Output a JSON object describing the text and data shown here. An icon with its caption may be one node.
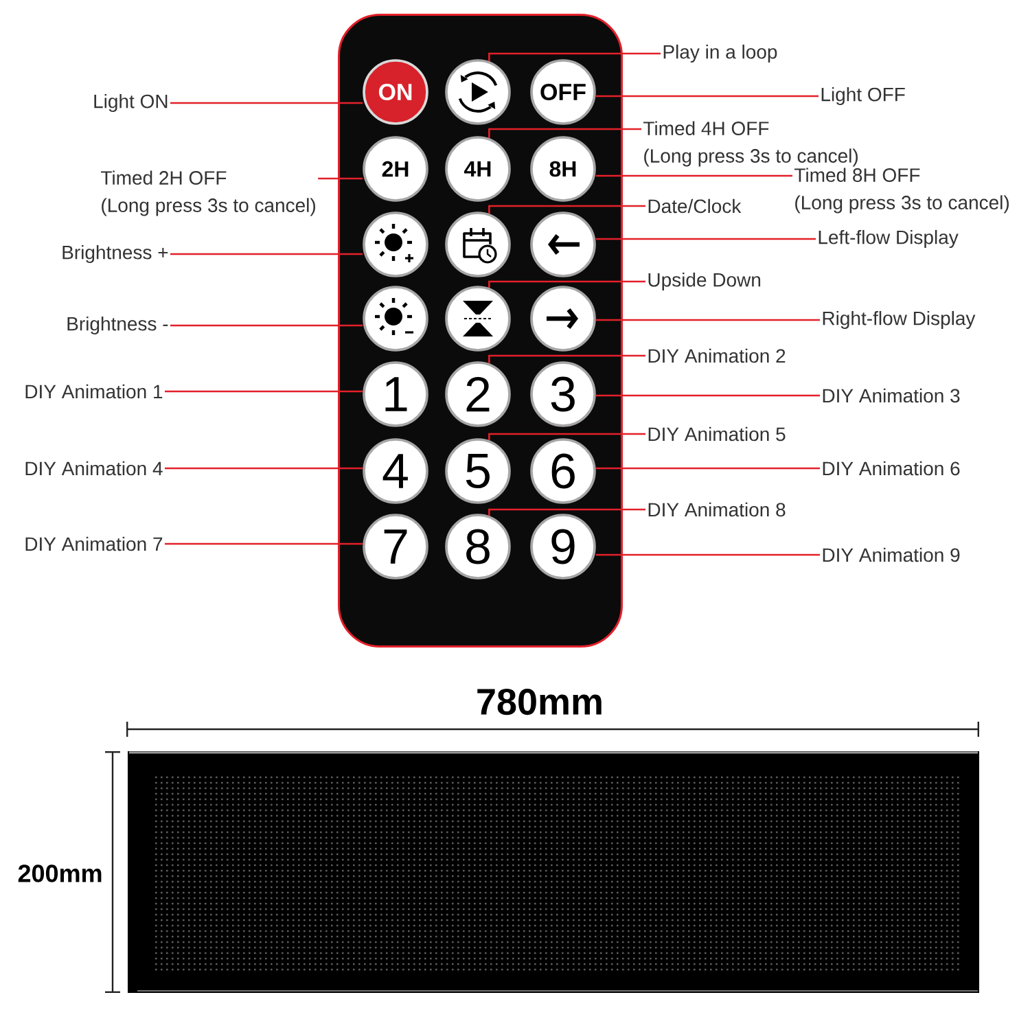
{
  "diagram": {
    "nodes": [
      {
        "text": [],
        "shape": "box"
      },
      {
        "text": [
          "ON"
        ],
        "in": 0
      },
      {
        "text": [],
        "shape": "circle",
        "in": 0
      },
      {
        "text": [
          "OFF"
        ],
        "in": 0
      },
      {
        "text": [
          "2H"
        ],
        "in": 0
      },
      {
        "text": [
          "4H"
        ],
        "in": 0
      },
      {
        "text": [
          "8H"
        ],
        "in": 0
      },
      {
        "text": [],
        "shape": "circle",
        "in": 0
      },
      {
        "text": [],
        "shape": "circle",
        "in": 0
      },
      {
        "text": [],
        "shape": "circle",
        "in": 0
      },
      {
        "text": [],
        "shape": "circle",
        "in": 0
      },
      {
        "text": [],
        "shape": "circle",
        "in": 0
      },
      {
        "text": [],
        "shape": "circle",
        "in": 0
      },
      {
        "text": [
          "1"
        ],
        "in": 0
      },
      {
        "text": [
          "2"
        ],
        "in": 0
      },
      {
        "text": [
          "3"
        ],
        "in": 0
      },
      {
        "text": [
          "4"
        ],
        "in": 0
      },
      {
        "text": [
          "5"
        ],
        "in": 0
      },
      {
        "text": [
          "6"
        ],
        "in": 0
      },
      {
        "text": [
          "7"
        ],
        "in": 0
      },
      {
        "text": [
          "8"
        ],
        "in": 0
      },
      {
        "text": [
          "9"
        ],
        "in": 0
      },
      {
        "text": [
          "Play in a loop"
        ]
      },
      {
        "text": [
          "Light OFF"
        ]
      },
      {
        "text": [
          "Light ON"
        ]
      },
      {
        "text": [
          "Timed 4H OFF",
          "(Long press 3s to cancel)"
        ]
      },
      {
        "text": [
          "Timed 8H OFF",
          "(Long press 3s to cancel)"
        ]
      },
      {
        "text": [
          "Timed 2H OFF",
          "(Long press 3s to cancel)"
        ]
      },
      {
        "text": [
          "Date/Clock"
        ]
      },
      {
        "text": [
          "Left-flow Display"
        ]
      },
      {
        "text": [
          "Brightness +"
        ]
      },
      {
        "text": [
          "Upside Down"
        ]
      },
      {
        "text": [
          "Right-flow Display"
        ]
      },
      {
        "text": [
          "Brightness -"
        ]
      },
      {
        "text": [
          "DIY Animation 2"
        ]
      },
      {
        "text": [
          "DIY Animation 1"
        ]
      },
      {
        "text": [
          "DIY Animation 3"
        ]
      },
      {
        "text": [
          "DIY Animation 5"
        ]
      },
      {
        "text": [
          "DIY Animation 4"
        ]
      },
      {
        "text": [
          "DIY Animation 6"
        ]
      },
      {
        "text": [
          "DIY Animation 8"
        ]
      },
      {
        "text": [
          "DIY Animation 7"
        ]
      },
      {
        "text": [
          "DIY Animation 9"
        ]
      }
    ],
    "edges": [
      {
        "from": 22,
        "to": 2,
        "arrow": "none"
      },
      {
        "from": 23,
        "to": 3,
        "arrow": "none"
      },
      {
        "from": 24,
        "to": 1,
        "arrow": "none"
      },
      {
        "from": 25,
        "to": 5,
        "arrow": "none"
      },
      {
        "from": 26,
        "to": 6,
        "arrow": "none"
      },
      {
        "from": 27,
        "to": 4,
        "arrow": "none"
      },
      {
        "from": 28,
        "to": 8,
        "arrow": "none"
      },
      {
        "from": 29,
        "to": 9,
        "arrow": "none"
      },
      {
        "from": 30,
        "to": 7,
        "arrow": "none"
      },
      {
        "from": 31,
        "to": 11,
        "arrow": "none"
      },
      {
        "from": 32,
        "to": 12,
        "arrow": "none"
      },
      {
        "from": 33,
        "to": 10,
        "arrow": "none"
      },
      {
        "from": 34,
        "to": 14,
        "arrow": "none"
      },
      {
        "from": 35,
        "to": 13,
        "arrow": "none"
      },
      {
        "from": 36,
        "to": 15,
        "arrow": "none"
      },
      {
        "from": 37,
        "to": 17,
        "arrow": "none"
      },
      {
        "from": 38,
        "to": 16,
        "arrow": "none"
      },
      {
        "from": 39,
        "to": 18,
        "arrow": "none"
      },
      {
        "from": 40,
        "to": 20,
        "arrow": "none"
      },
      {
        "from": 41,
        "to": 19,
        "arrow": "none"
      },
      {
        "from": 42,
        "to": 21,
        "arrow": "none"
      }
    ],
    "labels": [
      "780mm",
      "200mm"
    ]
  }
}
